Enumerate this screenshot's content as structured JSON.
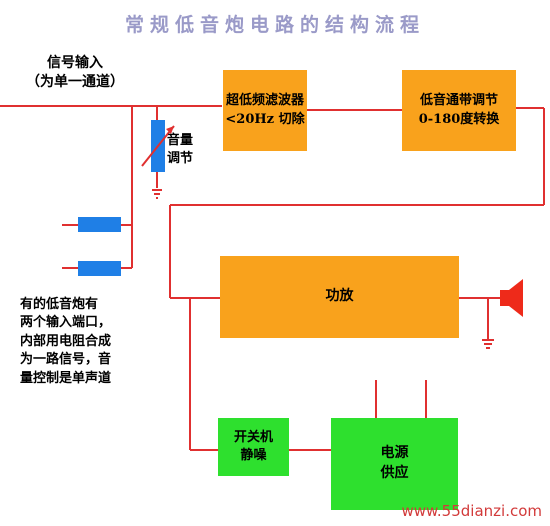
{
  "title": "常规低音炮电路的结构流程",
  "signal_input": {
    "line1": "信号输入",
    "line2": "（为单一通道）"
  },
  "volume": {
    "line1": "音量",
    "line2": "调节"
  },
  "filter": {
    "line1": "超低频滤波器",
    "line2": "<20Hz 切除"
  },
  "lowpass": {
    "line1": "低音通带调节",
    "line2": "0-180度转换"
  },
  "amp": {
    "label": "功放"
  },
  "switch_mute": {
    "line1": "开关机",
    "line2": "静噪"
  },
  "power": {
    "line1": "电源",
    "line2": "供应"
  },
  "note": [
    "有的低音炮有",
    "两个输入端口，",
    "内部用电阻合成",
    "为一路信号，音",
    "量控制是单声道"
  ],
  "watermark": "www.55dianzi.com",
  "colors": {
    "wire": "#e03030",
    "orange": "#f9a21c",
    "green": "#2ee02e",
    "blue": "#1f7fe6",
    "title": "#9a9ac8"
  }
}
